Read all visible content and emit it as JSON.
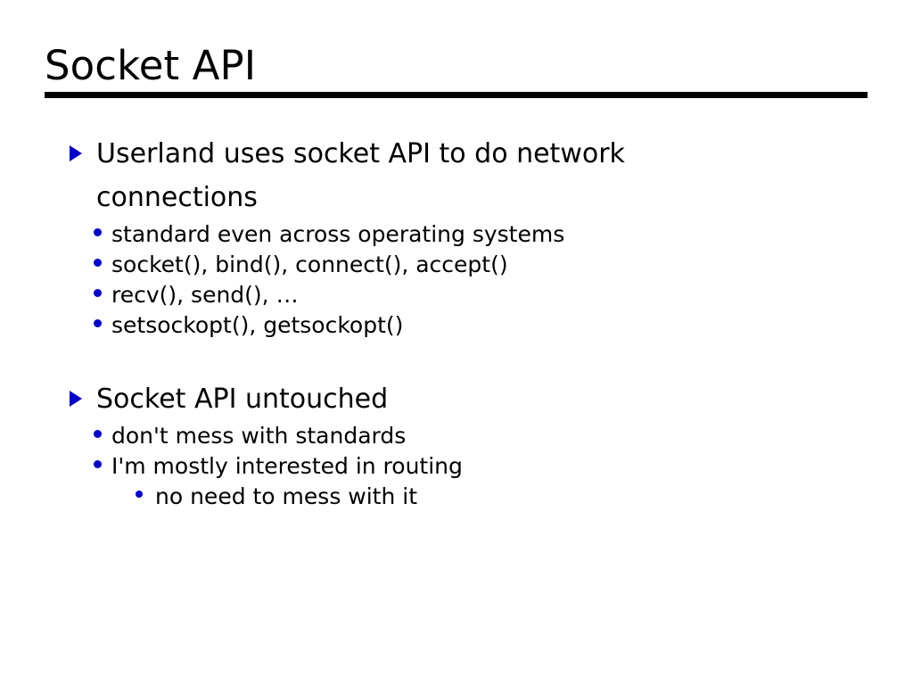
{
  "slide": {
    "title": "Socket API",
    "rule_color": "#000000",
    "background_color": "#ffffff",
    "text_color": "#000000",
    "bullet_color": "#0000CC",
    "content": [
      {
        "level": 1,
        "marker": "triangle-right-icon",
        "text": "Userland uses socket API to do network connections"
      },
      {
        "level": 2,
        "marker": "bullet-dot-icon",
        "text": "standard even across operating systems"
      },
      {
        "level": 2,
        "marker": "bullet-dot-icon",
        "text": "socket(), bind(), connect(), accept()"
      },
      {
        "level": 2,
        "marker": "bullet-dot-icon",
        "text": "recv(), send(), …"
      },
      {
        "level": 2,
        "marker": "bullet-dot-icon",
        "text": "setsockopt(), getsockopt()"
      },
      {
        "level": 0,
        "marker": "none",
        "text": ""
      },
      {
        "level": 1,
        "marker": "triangle-right-icon",
        "text": "Socket API untouched"
      },
      {
        "level": 2,
        "marker": "bullet-dot-icon",
        "text": "don't mess with standards"
      },
      {
        "level": 2,
        "marker": "bullet-dot-icon",
        "text": "I'm mostly interested in routing"
      },
      {
        "level": 3,
        "marker": "bullet-dot-icon",
        "text": "no need to mess with it"
      }
    ]
  }
}
